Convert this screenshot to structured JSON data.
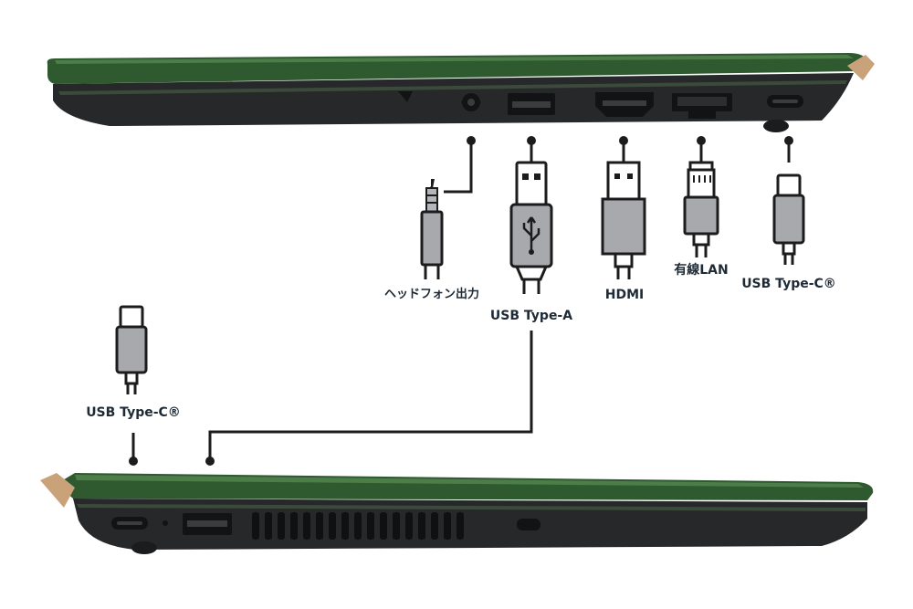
{
  "colors": {
    "lid_green": "#2f5a30",
    "lid_green_light": "#4d7d48",
    "body_dark": "#26282a",
    "port_dark": "#111315",
    "hinge_gold": "#c9a27a",
    "connector_gray": "#a7a9ac",
    "line": "#1c1c1c"
  },
  "laptop_right_side": {
    "ports": [
      {
        "icon": "lock-slot-icon"
      },
      {
        "icon": "headphone-jack-icon"
      },
      {
        "icon": "usb-a-port-icon"
      },
      {
        "icon": "hdmi-port-icon"
      },
      {
        "icon": "ethernet-port-icon"
      },
      {
        "icon": "usb-c-port-icon"
      }
    ]
  },
  "labels": {
    "headphone": "ヘッドフォン出力",
    "usb_a": "USB Type-A",
    "hdmi": "HDMI",
    "lan": "有線LAN",
    "usb_c_right": "USB Type-C®",
    "usb_c_left": "USB Type-C®"
  },
  "laptop_left_side": {
    "ports": [
      {
        "icon": "usb-c-port-icon"
      },
      {
        "icon": "status-led-icon"
      },
      {
        "icon": "usb-a-port-icon"
      },
      {
        "icon": "vent-grille-icon"
      },
      {
        "icon": "power-button-icon"
      }
    ]
  }
}
